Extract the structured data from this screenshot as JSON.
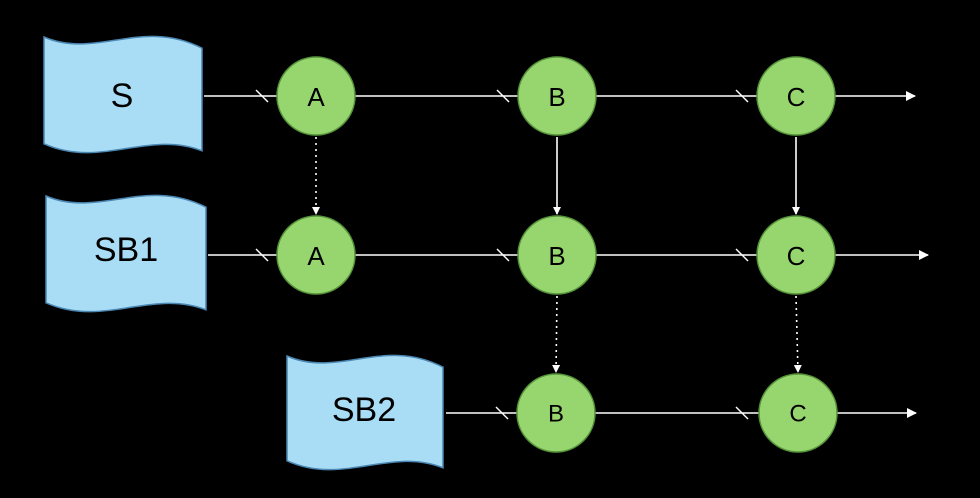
{
  "colors": {
    "background": "#000000",
    "flag_fill": "#a9dcf5",
    "flag_stroke": "#4a87b2",
    "node_fill": "#97d66f",
    "node_stroke": "#56943a",
    "line": "#ffffff"
  },
  "branches": [
    {
      "id": "s",
      "label": "S",
      "nodes": [
        {
          "id": "s-a",
          "label": "A"
        },
        {
          "id": "s-b",
          "label": "B"
        },
        {
          "id": "s-c",
          "label": "C"
        }
      ]
    },
    {
      "id": "sb1",
      "label": "SB1",
      "nodes": [
        {
          "id": "sb1-a",
          "label": "A"
        },
        {
          "id": "sb1-b",
          "label": "B"
        },
        {
          "id": "sb1-c",
          "label": "C"
        }
      ]
    },
    {
      "id": "sb2",
      "label": "SB2",
      "nodes": [
        {
          "id": "sb2-b",
          "label": "B"
        },
        {
          "id": "sb2-c",
          "label": "C"
        }
      ]
    }
  ],
  "links": [
    {
      "from": "s-a",
      "to": "sb1-a",
      "style": "dotted"
    },
    {
      "from": "s-b",
      "to": "sb1-b",
      "style": "solid"
    },
    {
      "from": "s-c",
      "to": "sb1-c",
      "style": "solid"
    },
    {
      "from": "sb1-b",
      "to": "sb2-b",
      "style": "dotted"
    },
    {
      "from": "sb1-c",
      "to": "sb2-c",
      "style": "dotted"
    }
  ]
}
